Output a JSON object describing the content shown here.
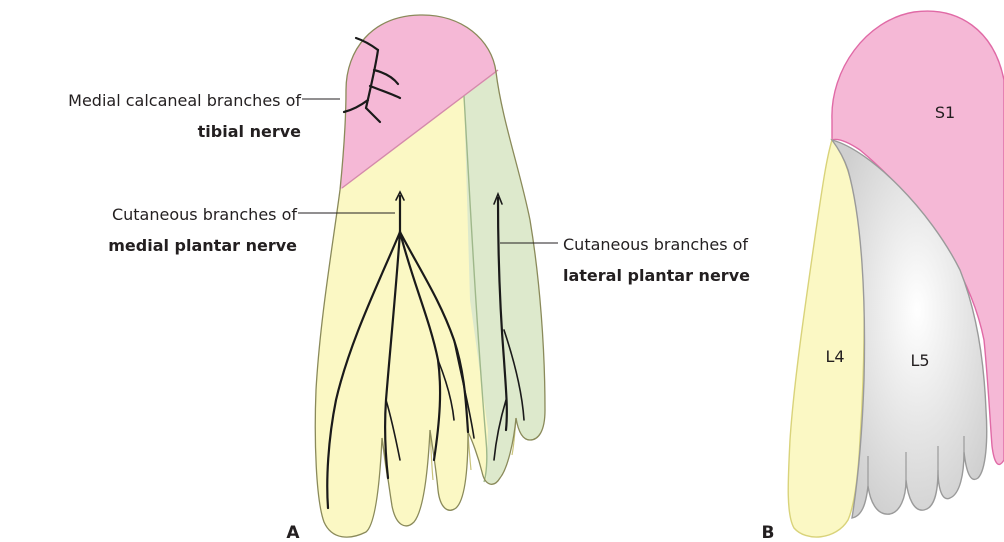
{
  "panel_a": {
    "letter": "A",
    "labels": {
      "calcaneal_line1": "Medial calcaneal branches of",
      "calcaneal_line2": "tibial nerve",
      "medial_line1": "Cutaneous branches of",
      "medial_line2": "medial plantar nerve",
      "lateral_line1": "Cutaneous branches of",
      "lateral_line2": "lateral plantar nerve"
    }
  },
  "panel_b": {
    "letter": "B",
    "segments": {
      "s1": "S1",
      "l4": "L4",
      "l5": "L5"
    }
  },
  "colors": {
    "tibial_pink": "#f5b8d6",
    "medial_yellow": "#fbf8c4",
    "lateral_green": "#dde9cc",
    "l5_gray": "#e8e8e8",
    "outline_pink": "#e06aa6",
    "outline_yellow": "#d9d37a",
    "outline_green": "#8aa870",
    "outline_gray": "#9a9a9a"
  }
}
